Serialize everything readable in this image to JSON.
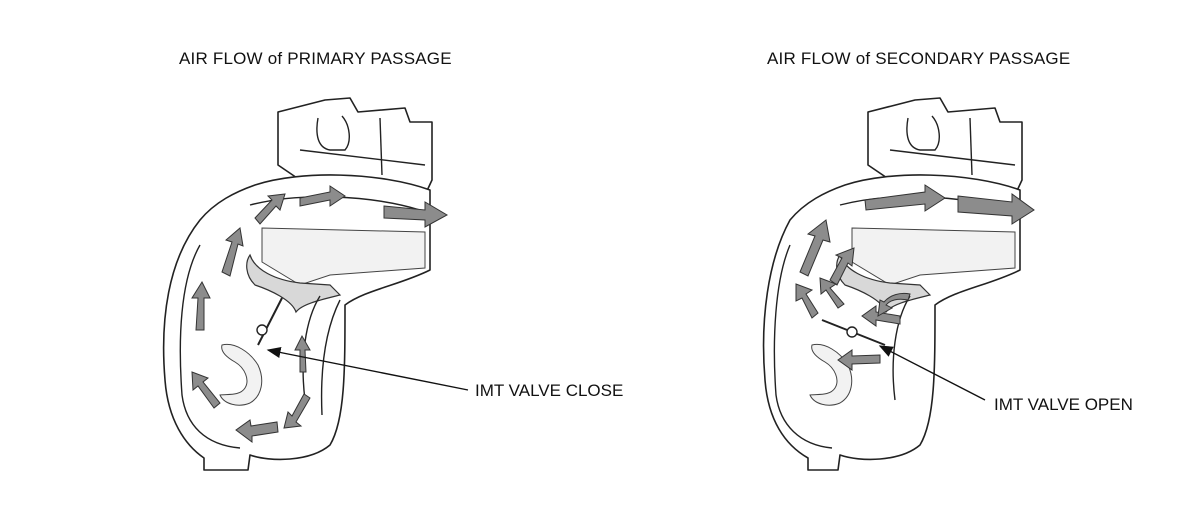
{
  "panels": {
    "left": {
      "title": "AIR FLOW of PRIMARY PASSAGE",
      "callout": "IMT VALVE CLOSE"
    },
    "right": {
      "title": "AIR FLOW of SECONDARY PASSAGE",
      "callout": "IMT VALVE OPEN"
    }
  },
  "colors": {
    "arrow_fill": "#8c8c8c",
    "line": "#222222",
    "background": "#ffffff"
  }
}
